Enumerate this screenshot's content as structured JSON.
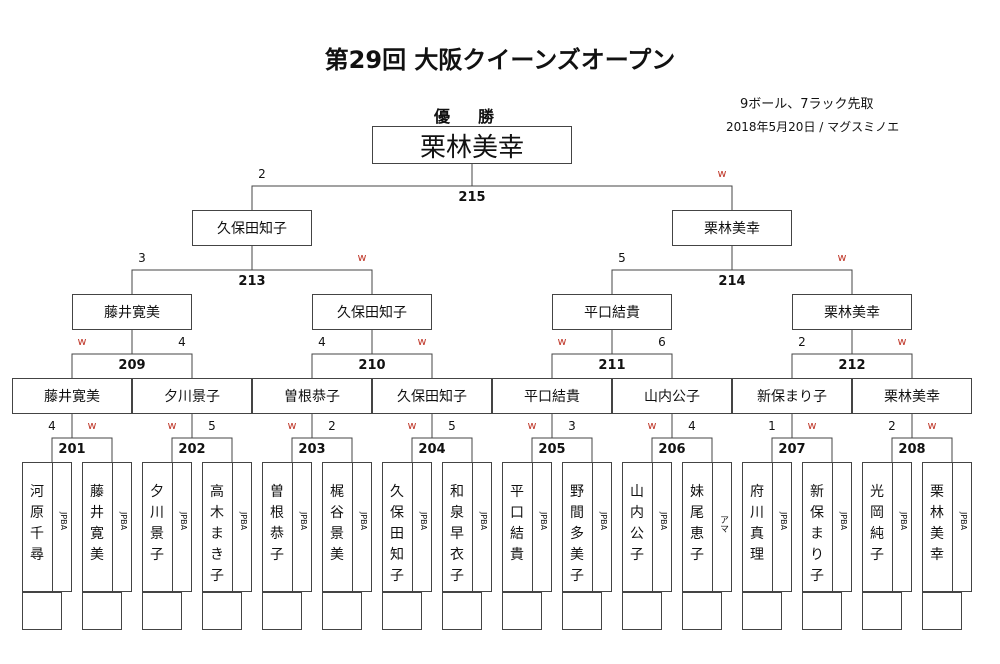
{
  "title": "第29回 大阪クイーンズオープン",
  "rules": "9ボール、7ラック先取",
  "event_info": "2018年5月20日 / マグスミノエ",
  "champion_label": "優　勝",
  "champion": "栗林美幸",
  "final": {
    "match": "215",
    "left": {
      "name": "久保田知子",
      "score": "2"
    },
    "right": {
      "name": "栗林美幸",
      "score": "w"
    }
  },
  "semifinals": [
    {
      "match": "213",
      "left": {
        "name": "藤井寛美",
        "score": "3"
      },
      "right": {
        "name": "久保田知子",
        "score": "w"
      }
    },
    {
      "match": "214",
      "left": {
        "name": "平口結貴",
        "score": "5"
      },
      "right": {
        "name": "栗林美幸",
        "score": "w"
      }
    }
  ],
  "quarterfinals": [
    {
      "match": "209",
      "left": {
        "name": "藤井寛美",
        "score": "w"
      },
      "right": {
        "name": "夕川景子",
        "score": "4"
      }
    },
    {
      "match": "210",
      "left": {
        "name": "曽根恭子",
        "score": "4"
      },
      "right": {
        "name": "久保田知子",
        "score": "w"
      }
    },
    {
      "match": "211",
      "left": {
        "name": "平口結貴",
        "score": "w"
      },
      "right": {
        "name": "山内公子",
        "score": "6"
      }
    },
    {
      "match": "212",
      "left": {
        "name": "新保まり子",
        "score": "2"
      },
      "right": {
        "name": "栗林美幸",
        "score": "w"
      }
    }
  ],
  "first_round": [
    {
      "match": "201",
      "left": {
        "name": "河原千尋",
        "org": "JPBA",
        "score": "4"
      },
      "right": {
        "name": "藤井寛美",
        "org": "JPBA",
        "score": "w"
      }
    },
    {
      "match": "202",
      "left": {
        "name": "夕川景子",
        "org": "JPBA",
        "score": "w"
      },
      "right": {
        "name": "高木まき子",
        "org": "JPBA",
        "score": "5"
      }
    },
    {
      "match": "203",
      "left": {
        "name": "曽根恭子",
        "org": "JPBA",
        "score": "w"
      },
      "right": {
        "name": "梶谷景美",
        "org": "JPBA",
        "score": "2"
      }
    },
    {
      "match": "204",
      "left": {
        "name": "久保田知子",
        "org": "JPBA",
        "score": "w"
      },
      "right": {
        "name": "和泉早衣子",
        "org": "JPBA",
        "score": "5"
      }
    },
    {
      "match": "205",
      "left": {
        "name": "平口結貴",
        "org": "JPBA",
        "score": "w"
      },
      "right": {
        "name": "野間多美子",
        "org": "JPBA",
        "score": "3"
      }
    },
    {
      "match": "206",
      "left": {
        "name": "山内公子",
        "org": "JPBA",
        "score": "w"
      },
      "right": {
        "name": "妹尾恵子",
        "org": "アマ",
        "score": "4"
      }
    },
    {
      "match": "207",
      "left": {
        "name": "府川真理",
        "org": "JPBA",
        "score": "1"
      },
      "right": {
        "name": "新保まり子",
        "org": "JPBA",
        "score": "w"
      }
    },
    {
      "match": "208",
      "left": {
        "name": "光岡純子",
        "org": "JPBA",
        "score": "2"
      },
      "right": {
        "name": "栗林美幸",
        "org": "JPBA",
        "score": "w"
      }
    }
  ]
}
